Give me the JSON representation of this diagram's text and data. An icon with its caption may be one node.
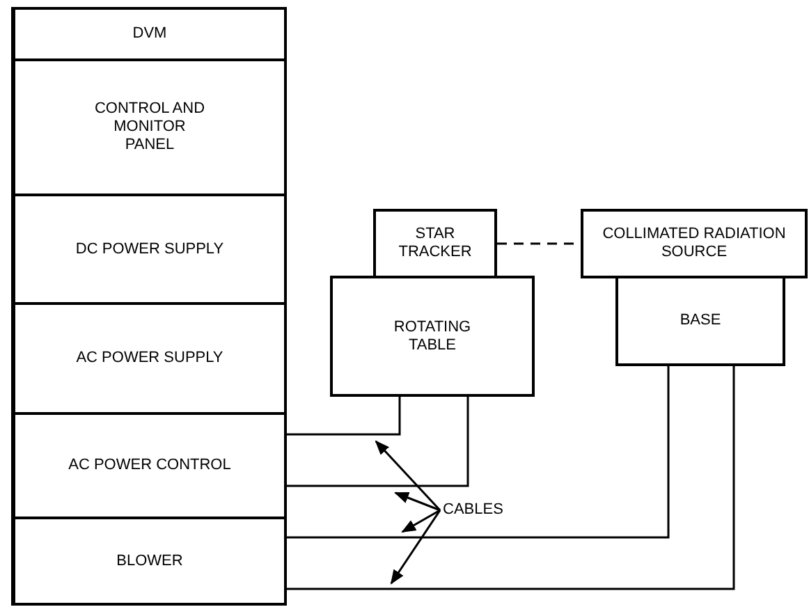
{
  "diagram": {
    "nodes": [
      {
        "text": [
          "DVM"
        ]
      },
      {
        "text": [
          "CONTROL AND MONITOR PANEL"
        ]
      },
      {
        "text": [
          "DC POWER SUPPLY"
        ]
      },
      {
        "text": [
          "AC POWER SUPPLY"
        ]
      },
      {
        "text": [
          "AC POWER CONTROL"
        ]
      },
      {
        "text": [
          "BLOWER"
        ]
      },
      {
        "text": [
          "STAR TRACKER"
        ]
      },
      {
        "text": [
          "ROTATING TABLE"
        ]
      },
      {
        "text": [
          "COLLIMATED RADIATION SOURCE"
        ]
      },
      {
        "text": [
          "BASE"
        ]
      },
      {
        "text": [
          "CABLES"
        ]
      }
    ],
    "edges": [
      {
        "from": 6,
        "to": 8,
        "arrow": "none",
        "style": "dashed"
      },
      {
        "from": 7,
        "to": 4,
        "arrow": "none"
      },
      {
        "from": 7,
        "to": 4,
        "arrow": "none"
      },
      {
        "from": 9,
        "to": 5,
        "arrow": "none"
      },
      {
        "from": 9,
        "to": 5,
        "arrow": "none"
      },
      {
        "from": 10,
        "to": null,
        "arrow": "to"
      },
      {
        "from": 10,
        "to": null,
        "arrow": "to"
      },
      {
        "from": 10,
        "to": null,
        "arrow": "to"
      },
      {
        "from": 10,
        "to": null,
        "arrow": "to"
      }
    ]
  }
}
